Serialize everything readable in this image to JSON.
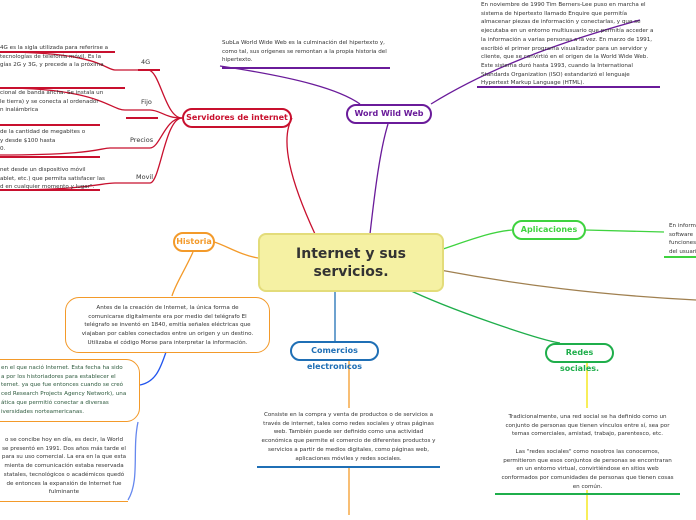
{
  "central": {
    "title": "Internet y sus servicios."
  },
  "colors": {
    "servidores": "#c8102e",
    "www": "#6a1b9a",
    "historia": "#f39a2a",
    "aplicaciones": "#3fd33f",
    "comercios": "#1f6fb5",
    "redes": "#1fae4b"
  },
  "servidores": {
    "label": "Servidores de internet",
    "items": [
      {
        "label": "4G",
        "text": "4G es la sigla utilizada para referirse a\ntecnologías de telefonía móvil. Es la\ngías 2G y 3G, y precede a la próxima"
      },
      {
        "label": "Fijo",
        "text": "cional de banda ancha. Se instala un\nle tierra) y se conecta al ordenador\nn inalámbrica"
      },
      {
        "label": "Precios",
        "text": "de la cantidad de megabites o\ny desde $100 hasta\n0."
      },
      {
        "label": "Movil",
        "text": "net desde un dispositivo móvil\nablet, etc.) que permita satisfacer las\nd en cualquier momento y lugar\"."
      }
    ]
  },
  "www": {
    "label": "Word Wild Web",
    "text1": "SubLa World Wide Web es la culminación del hipertexto y,\ncomo tal, sus orígenes se remontan a la propia historia del\nhipertexto.",
    "text2": "En noviembre de 1990 Tim Berners-Lee puso en marcha el\nsistema de hipertexto llamado Enquire que permitía\nalmacenar piezas de información y conectarlas, y que se\nejecutaba en un entorno multiusuario que permitía acceder a\nla información a varias personas a la vez. En marzo de 1991,\nescribió el primer programa visualizador para un servidor y\ncliente, que se convirtió en el origen de la World Wide Web.\nEste sistema duró hasta 1993, cuando la International\nStandards Organization (ISO) estandarizó el lenguaje\nHypertext Markup Language (HTML)."
  },
  "historia": {
    "label": "Historia",
    "text1": "Antes de la creación de Internet, la única forma de\ncomunicarse digitalmente era por medio del telégrafo El\ntelégrafo se inventó en 1840, emitía señales eléctricas que\nviajaban por cables conectados entre un origen y un destino.\nUtilizaba el código Morse para interpretar la información.",
    "text2": "en el que nació Internet. Esta fecha ha sido\na por los historiadores para establecer el\nternet. ya que fue entonces cuando se creó\nced Research Projects Agency Network), una\nática que permitió conectar a diversas\niversidades norteamericanas.",
    "text3": "o se concibe hoy en día, es decir, la World\nse presentó en 1991. Dos años más tarde el\npara su uso comercial. La era en la que esta\nmienta de comunicación estaba reservada\nstatales, tecnológicos o académicos quedó\nde entonces la expansión de Internet fue\nfulminante"
  },
  "aplicaciones": {
    "label": "Aplicaciones",
    "text": "En inform\nsoftware\nfunciones\ndel usuari"
  },
  "comercios": {
    "label": "Comercios electronicos",
    "text": "Consiste en la compra y venta de productos o de servicios a\ntravés de internet, tales como redes sociales y otras páginas\nweb. También puede ser definido como una actividad\neconómica que permite el comercio de diferentes productos y\nservicios a partir de medios digitales, como páginas web,\naplicaciones móviles y redes sociales."
  },
  "redes": {
    "label": "Redes sociales.",
    "text": "Tradicionalmente, una red social se ha definido como un\nconjunto de personas que tienen vínculos entre sí, sea por\ntemas comerciales, amistad, trabajo, parentesco, etc.\n\nLas \"redes sociales\" como nosotros las conocemos,\npermitieron que esos conjuntos de personas se encontraran\nen un entorno virtual, convirtiéndose en sitios web\nconformados por comunidades de personas que tienen cosas\nen común."
  }
}
